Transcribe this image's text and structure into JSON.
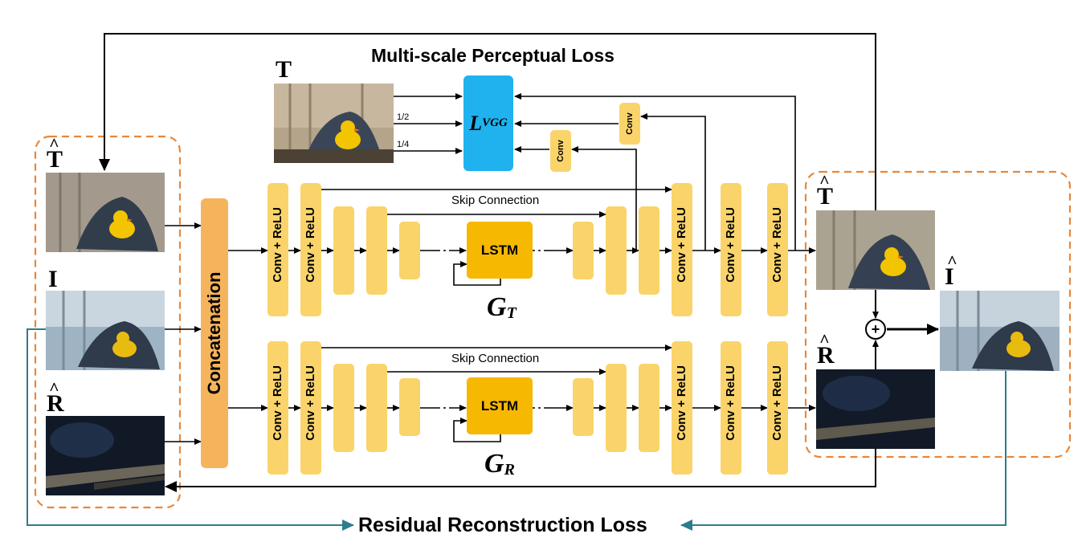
{
  "title": "Multi-scale Perceptual Loss",
  "bottom_loss": "Residual Reconstruction Loss",
  "target_label": "T",
  "scales": [
    "1/2",
    "1/4"
  ],
  "vgg": {
    "main": "L",
    "sub": "VGG"
  },
  "small_conv": "Conv",
  "concat_label": "Concatenation",
  "block_label": "Conv + ReLU",
  "skip_label": "Skip Connection",
  "lstm_label": "LSTM",
  "gen_t": {
    "main": "G",
    "sub": "T"
  },
  "gen_r": {
    "main": "G",
    "sub": "R"
  },
  "left_inputs": {
    "t_hat": "T",
    "i": "I",
    "r_hat": "R"
  },
  "right_outputs": {
    "t_hat": "T",
    "r_hat": "R",
    "i_hat": "I"
  },
  "plus": "+",
  "colors": {
    "block": "#fad46a",
    "lstm": "#f6b800",
    "vgg": "#1fb2ee",
    "concat": "#f5b45c",
    "dashed": "#e8873a",
    "teal": "#2e7d8c"
  }
}
